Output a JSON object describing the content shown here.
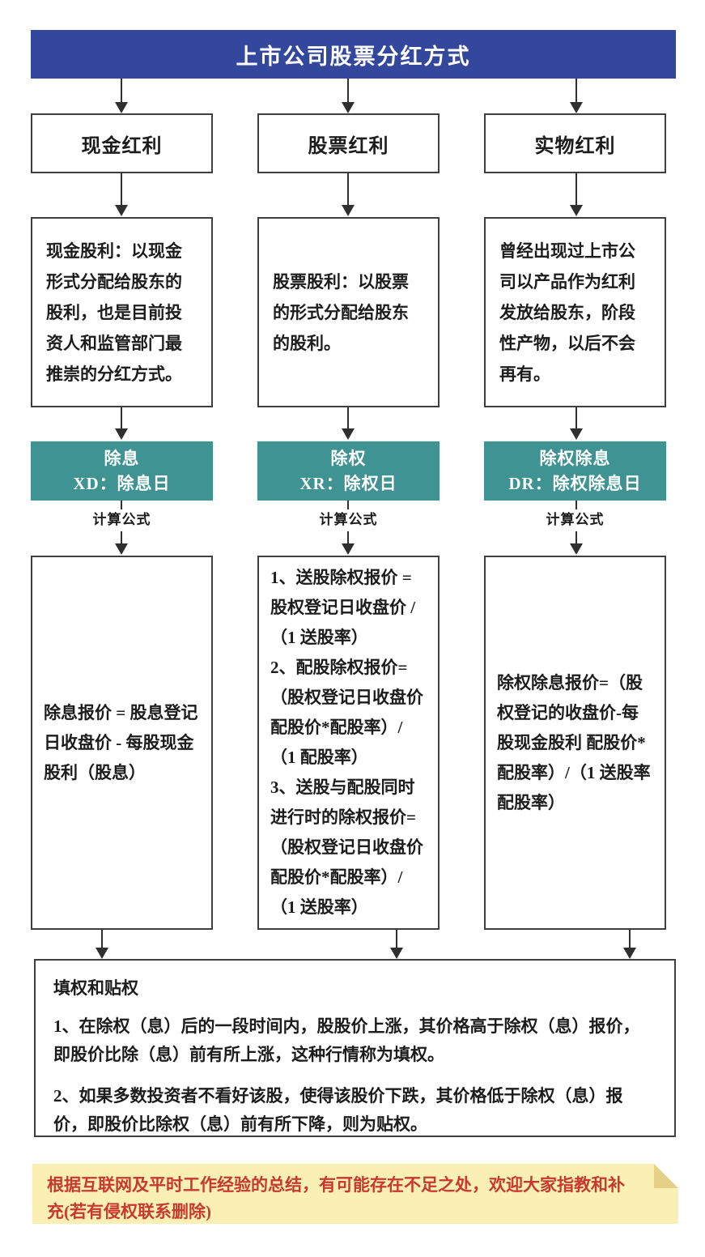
{
  "colors": {
    "header_bg": "#33489d",
    "stage_bg": "#3f9393",
    "box_border": "#3f3f3f",
    "arrow": "#2f2f2f",
    "note_bg": "#faf0b4",
    "note_fold": "#e4d187",
    "note_text": "#c9382e",
    "text": "#1c1c1c"
  },
  "header": {
    "title": "上市公司股票分红方式"
  },
  "columns": [
    {
      "title": "现金红利",
      "description": "现金股利：以现金形式分配给股东的股利，也是目前投资人和监管部门最推崇的分红方式。",
      "stage_line1": "除息",
      "stage_line2": "XD：除息日",
      "formula_label": "计算公式",
      "formula_items": [
        "除息报价 = 股息登记日收盘价 - 每股现金股利（股息）"
      ]
    },
    {
      "title": "股票红利",
      "description": "股票股利：以股票的形式分配给股东的股利。",
      "stage_line1": "除权",
      "stage_line2": "XR：除权日",
      "formula_label": "计算公式",
      "formula_items": [
        "1、送股除权报价 = 股权登记日收盘价 /（1 送股率）",
        "2、配股除权报价=（股权登记日收盘价 配股价*配股率）/（1 配股率）",
        "3、送股与配股同时进行时的除权报价=（股权登记日收盘价 配股价*配股率）/（1 送股率）"
      ]
    },
    {
      "title": "实物红利",
      "description": "曾经出现过上市公司以产品作为红利发放给股东，阶段性产物，以后不会再有。",
      "stage_line1": "除权除息",
      "stage_line2": "DR：除权除息日",
      "formula_label": "计算公式",
      "formula_items": [
        "除权除息报价=（股权登记的收盘价-每股现金股利 配股价*配股率）/（1 送股率 配股率）"
      ]
    }
  ],
  "summary": {
    "heading": "填权和贴权",
    "point1": "1、在除权（息）后的一段时间内，股股价上涨，其价格高于除权（息）报价，即股价比除（息）前有所上涨，这种行情称为填权。",
    "point2": "2、如果多数投资者不看好该股，使得该股价下跌，其价格低于除权（息）报价，即股价比除权（息）前有所下降，则为贴权。"
  },
  "note": {
    "text": "根据互联网及平时工作经验的总结，有可能存在不足之处，欢迎大家指教和补充(若有侵权联系删除)"
  }
}
